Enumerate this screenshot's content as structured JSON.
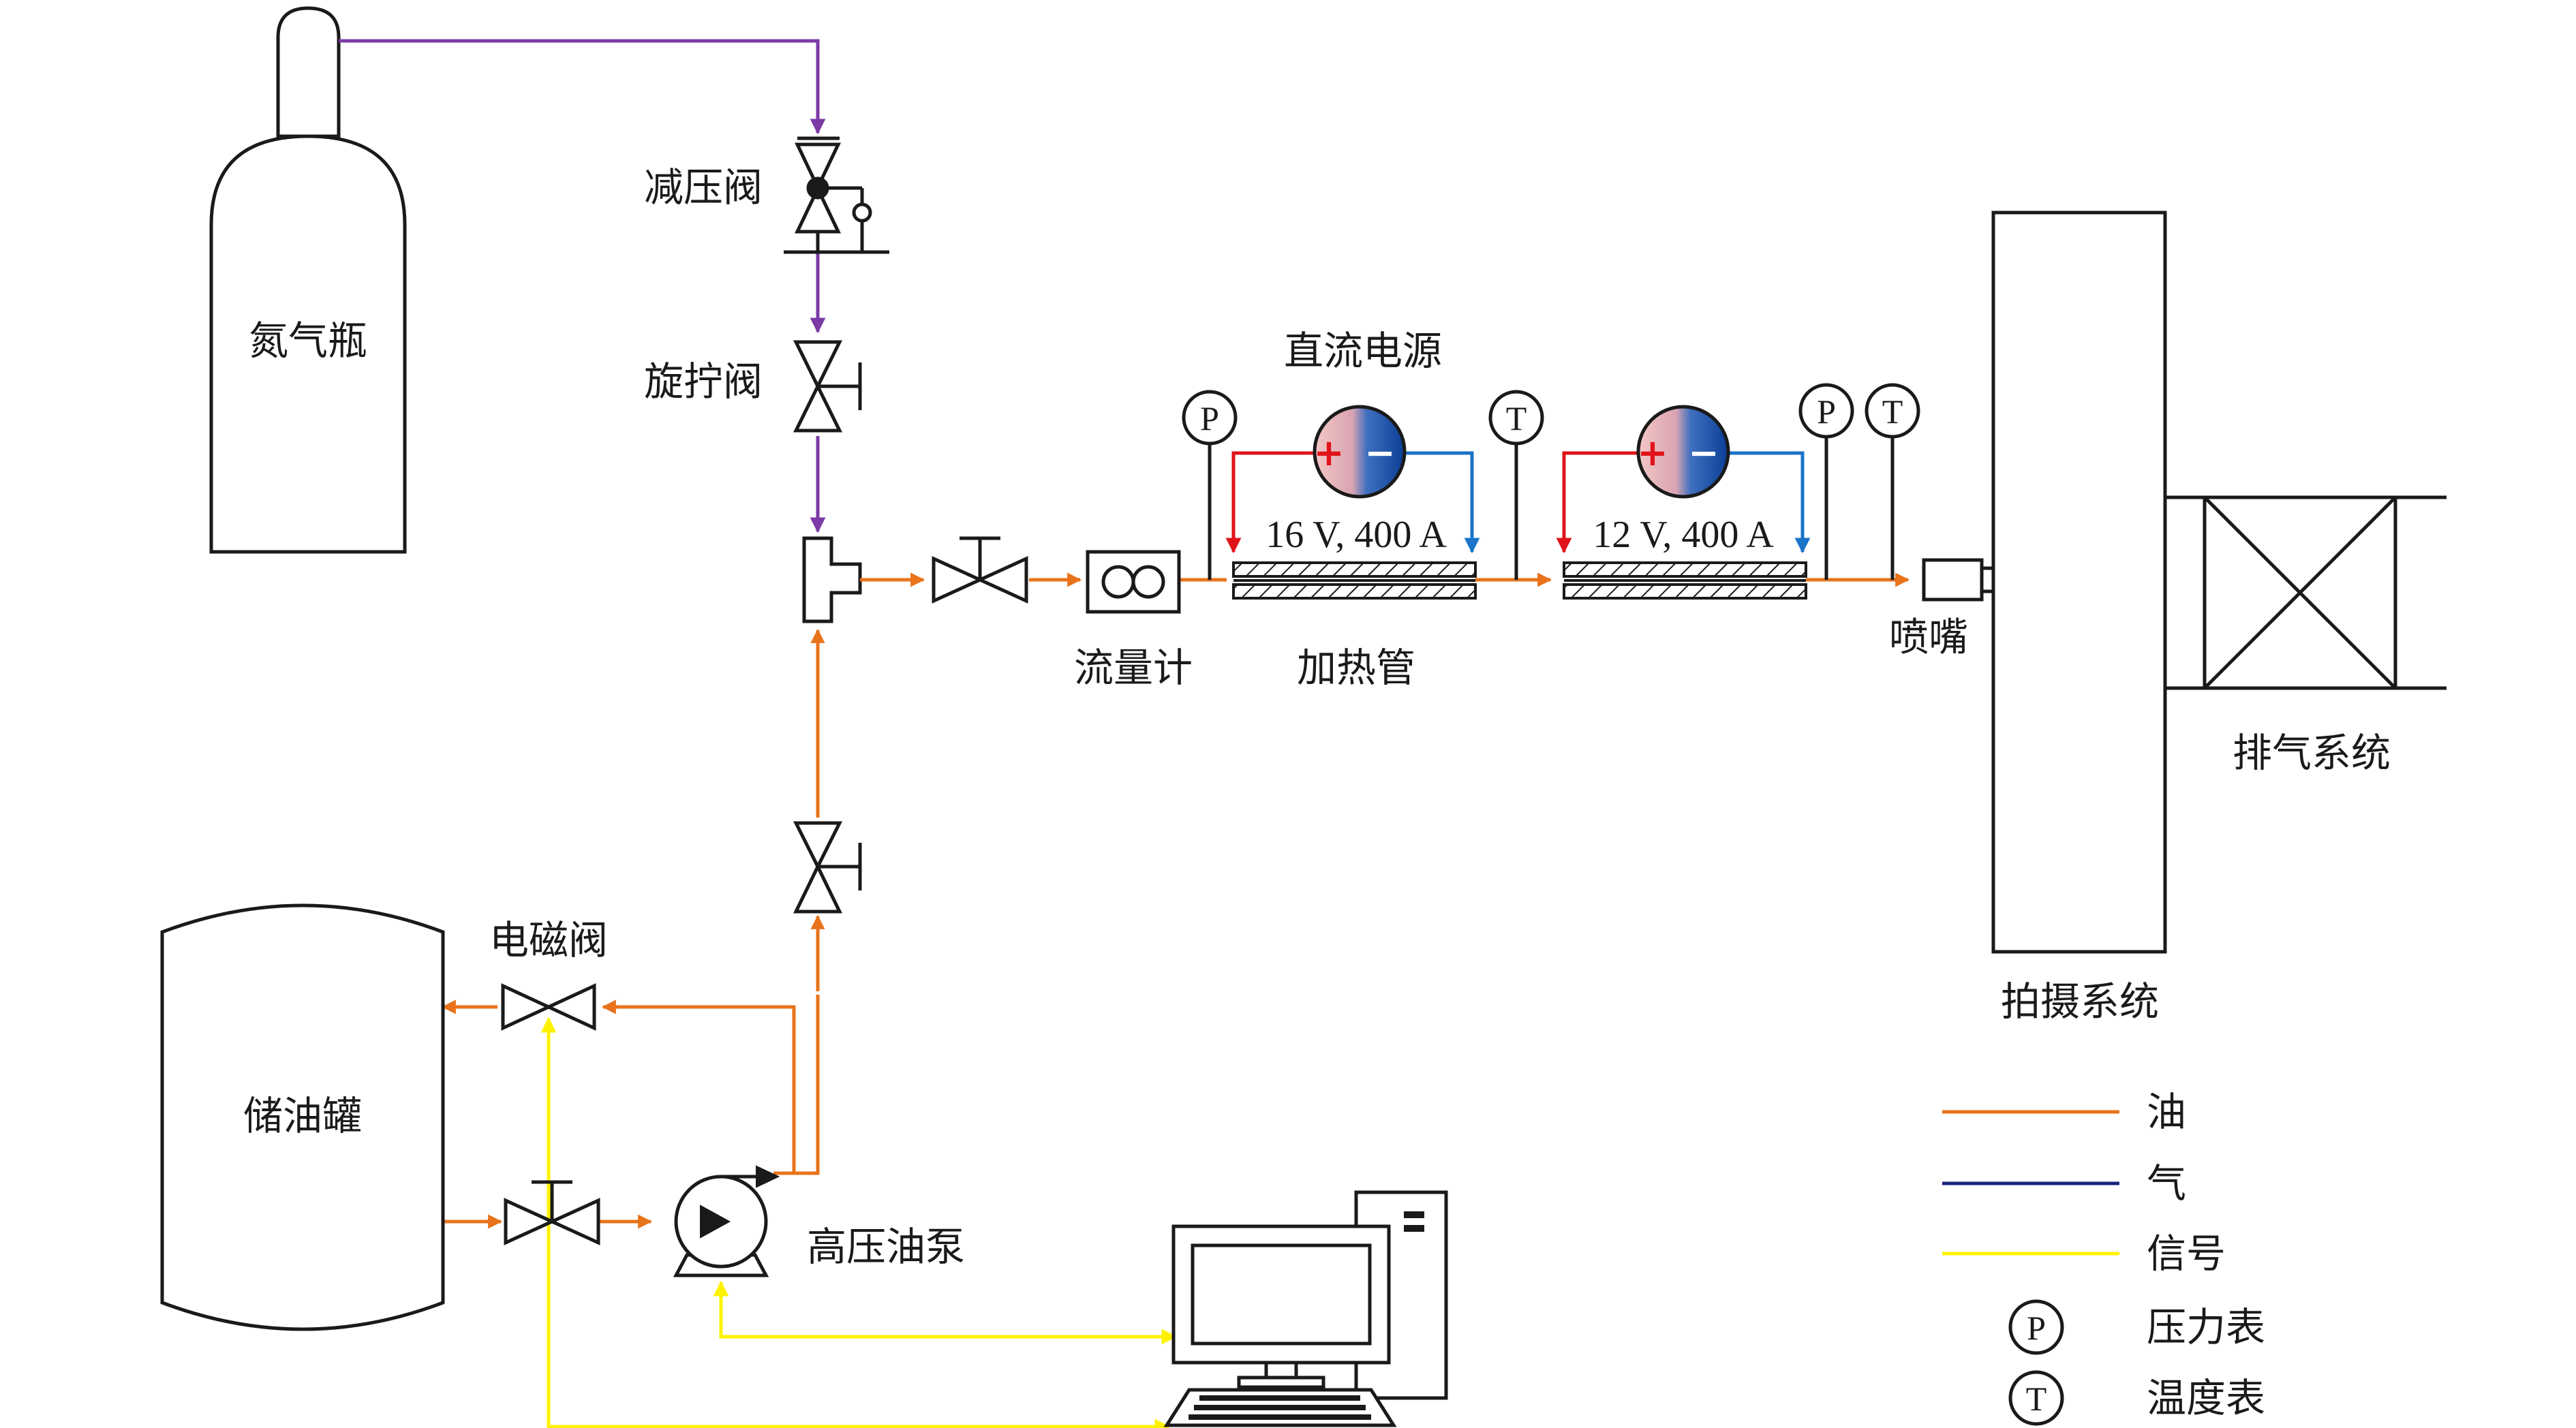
{
  "labels": {
    "nitrogen_bottle": "氮气瓶",
    "reducing_valve": "减压阀",
    "screw_valve": "旋拧阀",
    "dc_power": "直流电源",
    "flowmeter": "流量计",
    "heating_tube": "加热管",
    "nozzle": "喷嘴",
    "exhaust_system": "排气系统",
    "camera_system": "拍摄系统",
    "solenoid_valve": "电磁阀",
    "oil_tank": "储油罐",
    "hp_pump": "高压油泵"
  },
  "heaters": [
    {
      "rating": "16 V, 400 A"
    },
    {
      "rating": "12 V, 400 A"
    }
  ],
  "gauges": {
    "pressure_symbol": "P",
    "temperature_symbol": "T"
  },
  "power_signs": {
    "plus": "+",
    "minus": "−"
  },
  "legend": {
    "items": [
      {
        "label": "油",
        "color": "#E8731A"
      },
      {
        "label": "气",
        "color": "#1A237E"
      },
      {
        "label": "信号",
        "color": "#FFF200"
      }
    ],
    "pressure_gauge": "压力表",
    "temperature_gauge": "温度表"
  },
  "colors": {
    "oil": "#E8731A",
    "gas_pipe": "#7B3AA6",
    "signal": "#FFF200",
    "positive": "#E0141A",
    "negative": "#1A74C8",
    "outline": "#1a1a1a"
  }
}
